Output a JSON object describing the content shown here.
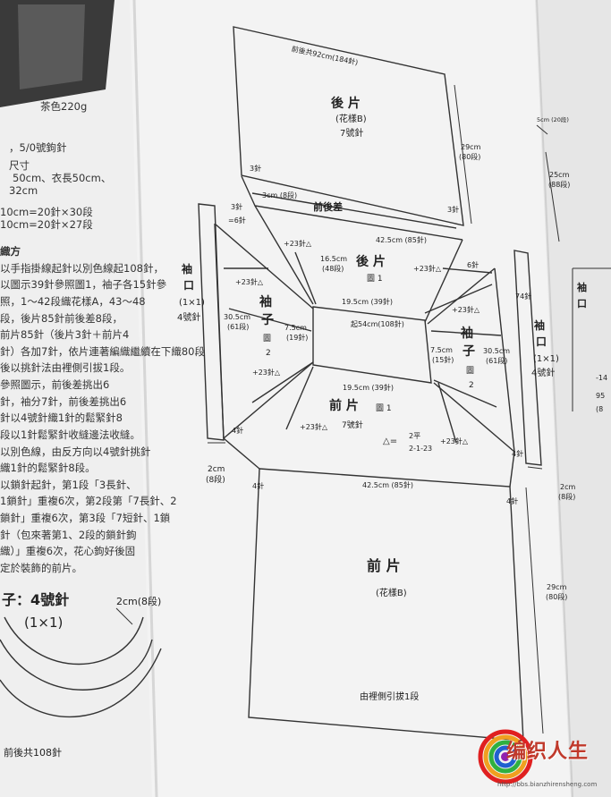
{
  "left_page": {
    "yarn_lines": [
      "茶色220g",
      "，5/0號鉤針",
      "尺寸",
      "50cm、衣長50cm、",
      "32cm"
    ],
    "gauge_lines": [
      "10cm=20針×30段",
      "10cm=20針×27段"
    ],
    "method_lines": [
      "織方",
      "以手指掛線起針以別色線起108針，",
      "以圖示39針參照圖1，袖子各15針參",
      "照，1～42段織花樣A，43～48",
      "段，後片85針前後差8段，",
      "前片85針（後片3針＋前片4",
      "針）各加7針，依片連著編織繼續在下織80段",
      "後以挑針法由裡側引拔1段。",
      "參照圖示，前後差挑出6",
      "針，袖分7針，前後差挑出6",
      "針以4號針織1針的鬆緊針8",
      "段以1針鬆緊針收縫邊法收縫。",
      "以別色線，由反方向以4號針挑針",
      "織1針的鬆緊針8段。",
      "以鎖針起針，第1段「3長針、",
      "1鎖針」重複6次，第2段第「7長針、2",
      "鎖針」重複6次，第3段「7短針、1鎖",
      "針（包來著第1、2段的鎖針鉤",
      "織）」重複6次，花心鉤好後固",
      "定於裝飾的前片。"
    ],
    "collar_title": "子：4號針",
    "collar_rib": "(1×1)",
    "collar_height": "2cm(8段)",
    "collar_bottom": "前後共108針"
  },
  "back_panel": {
    "top": "前後共92cm(184針)",
    "title": "後 片",
    "pattern": "(花樣B)",
    "needle": "7號針",
    "height": "29cm",
    "height_rows": "(80段)",
    "stitch_left": "3針",
    "stitch_right": "3針"
  },
  "yoke": {
    "front_back_gap": "3cm (8段)",
    "front_back_label": "前後差",
    "back_width": "42.5cm (85針)",
    "back_label": "後 片",
    "back_chart": "圖 1",
    "back_depth": "16.5cm",
    "back_depth_rows": "(48段)",
    "inc_left_top": "+23針△",
    "inc_right_top": "+23針△",
    "inc_left_mid": "+23針△",
    "inc_right_mid": "+23針△",
    "inc_left_bot": "+23針△",
    "inc_right_bot": "+23針△",
    "neck_top": "19.5cm (39針)",
    "neck_bottom": "19.5cm (39針)",
    "neck_total": "起54cm(108針)",
    "neck_side_left": "7.5cm",
    "neck_side_left_sts": "(19針)",
    "neck_side_right": "7.5cm",
    "neck_side_right_sts": "(15針)",
    "sleeve_left_chars": [
      "袖",
      "子",
      "圖",
      "2"
    ],
    "sleeve_right_chars": [
      "袖",
      "子",
      "圖",
      "2"
    ],
    "sleeve_len_left": "30.5cm",
    "sleeve_len_left_rows": "(61段)",
    "sleeve_len_right": "30.5cm",
    "sleeve_len_right_rows": "(61段)",
    "front_label": "前 片",
    "front_chart": "圖 1",
    "front_needle": "7號針",
    "delta_def": "△=",
    "delta_values": [
      "2平",
      "2-1-23"
    ]
  },
  "cuff_left": {
    "chars": [
      "袖",
      "口"
    ],
    "rib": "(1×1)",
    "needle": "4號針",
    "top_sts": "3針",
    "top_inc": "=6針",
    "bottom_sts": "4針",
    "width": "2cm",
    "width_rows": "(8段)"
  },
  "cuff_right": {
    "chars": [
      "袖",
      "口"
    ],
    "rib": "(1×1)",
    "needle": "4號針",
    "top_sts": "6針",
    "side_sts": "74針",
    "bottom_sts": "4針",
    "width": "2cm",
    "width_rows": "(8段)"
  },
  "right_measure": {
    "top": "5cm (20段)",
    "mid": "25cm",
    "mid_rows": "(88段)"
  },
  "front_panel": {
    "width": "42.5cm (85針)",
    "stitch_left": "4針",
    "stitch_right": "4針",
    "title": "前 片",
    "pattern": "(花樣B)",
    "height": "29cm",
    "height_rows": "(80段)",
    "bottom_note": "由裡側引拔1段"
  },
  "right_page": {
    "chars": [
      "袖",
      "口"
    ],
    "num1": "-14",
    "num2": "95",
    "num3": "(8"
  },
  "watermark": {
    "title": "编织人生",
    "url": "http://bbs.bianzhirensheng.com"
  }
}
